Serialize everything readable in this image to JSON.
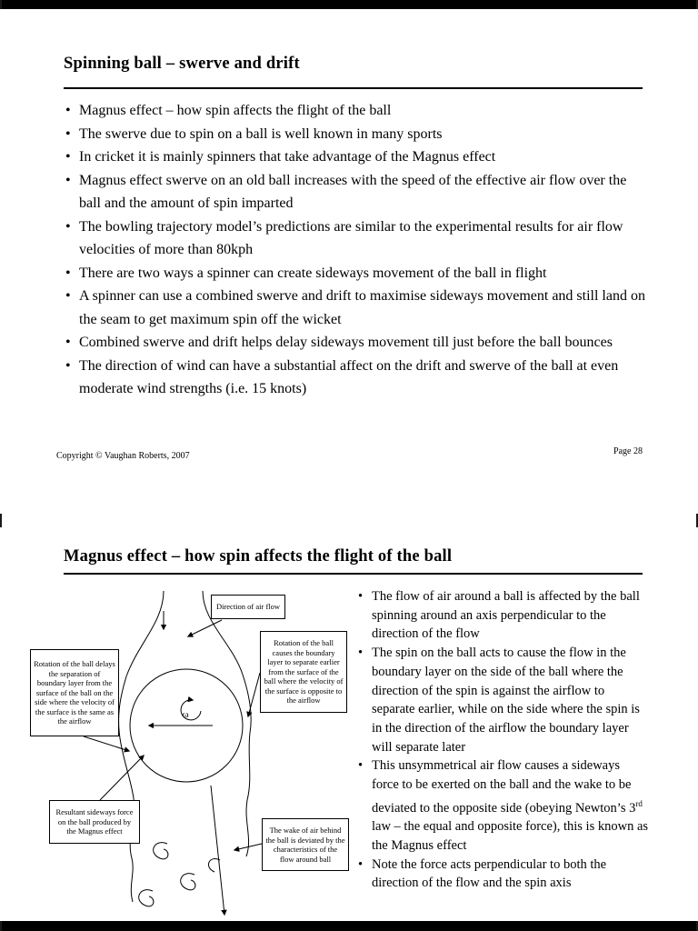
{
  "colors": {
    "frame": "#000000",
    "page": "#ffffff",
    "text": "#000000"
  },
  "page1": {
    "title": "Spinning ball – swerve and drift",
    "bullets": [
      "Magnus effect – how spin affects the flight of the ball",
      "The swerve due to spin on a ball is well known in many sports",
      "In cricket it is mainly spinners that take advantage of the Magnus effect",
      "Magnus effect swerve on an old ball increases with the speed of the effective air flow over the ball and the amount of spin imparted",
      "The bowling trajectory model’s predictions are similar to the experimental results for air flow velocities of more than 80kph",
      "There are two ways a spinner can create sideways movement of the ball in flight",
      "A spinner can use a combined swerve and drift to maximise sideways movement and still land on the seam to get maximum spin off the wicket",
      "Combined swerve and drift helps delay sideways movement till just before the ball bounces",
      "The direction of wind can have a substantial affect on the drift and swerve of the ball at even moderate wind strengths (i.e. 15 knots)"
    ],
    "footer": {
      "copyright": "Copyright © Vaughan Roberts, 2007",
      "page_number": "Page 28"
    }
  },
  "page2": {
    "title": "Magnus effect – how spin affects the flight of the ball",
    "bullets": [
      "The flow of air around a ball is affected by the ball spinning around an axis perpendicular to the direction of the flow",
      "The spin on the ball acts to cause the flow in the boundary layer on the side of the ball where the direction of the spin is against the airflow to separate earlier, while on the side where the spin is in the direction of the airflow the boundary layer will separate later",
      {
        "pre": "This unsymmetrical air flow causes a sideways force to be exerted on the ball and the wake to be deviated to the opposite side (obeying Newton’s 3",
        "sup": "rd",
        "post": " law – the equal and opposite force), this is known as the Magnus effect"
      },
      "Note the force acts perpendicular to both the direction of the flow and the spin axis"
    ],
    "diagram": {
      "direction_label": "Direction of air flow",
      "rotation_right_label": "Rotation of the ball causes the boundary layer to separate earlier from the surface of the ball where the velocity of the surface is opposite to the airflow",
      "rotation_left_label": "Rotation of the ball delays the separation of boundary layer from the surface of the ball on the side where the velocity of the surface is the same as the airflow",
      "resultant_label": "Resultant sideways force on the ball produced by the Magnus effect",
      "wake_label": "The wake of air behind the ball is deviated by the characteristics of the flow around ball",
      "omega_symbol": "ω"
    }
  }
}
